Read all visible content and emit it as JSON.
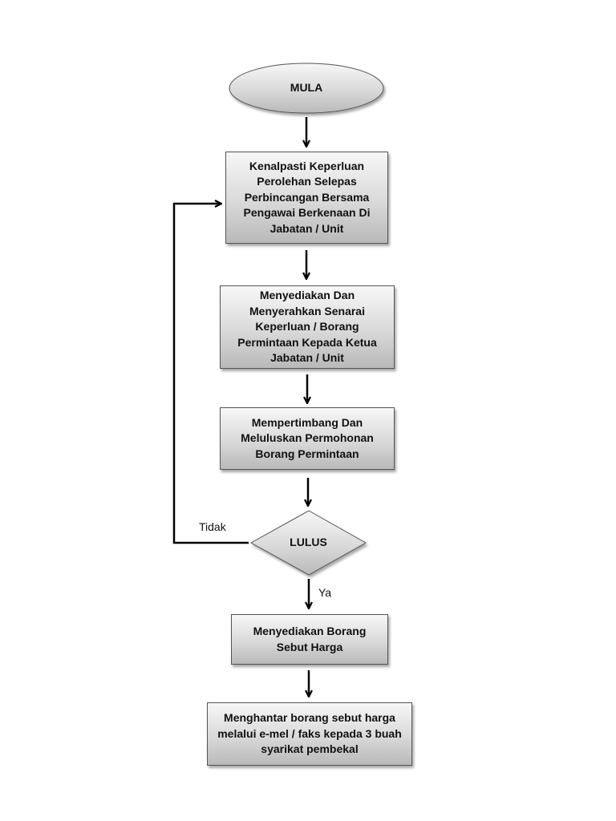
{
  "flowchart": {
    "start": "MULA",
    "step1": "Kenalpasti Keperluan Perolehan Selepas Perbincangan Bersama Pengawai Berkenaan Di Jabatan / Unit",
    "step2": "Menyediakan Dan Menyerahkan Senarai Keperluan / Borang Permintaan Kepada Ketua Jabatan / Unit",
    "step3": "Mempertimbang Dan Meluluskan Permohonan Borang Permintaan",
    "decision": "LULUS",
    "no_label": "Tidak",
    "yes_label": "Ya",
    "step4": "Menyediakan Borang Sebut Harga",
    "step5": "Menghantar borang sebut harga melalui e-mel / faks kepada 3 buah syarikat pembekal"
  },
  "colors": {
    "box_light": "#f7f7f7",
    "box_dark": "#b9b9b9",
    "border": "#555555",
    "connector": "#000000"
  }
}
